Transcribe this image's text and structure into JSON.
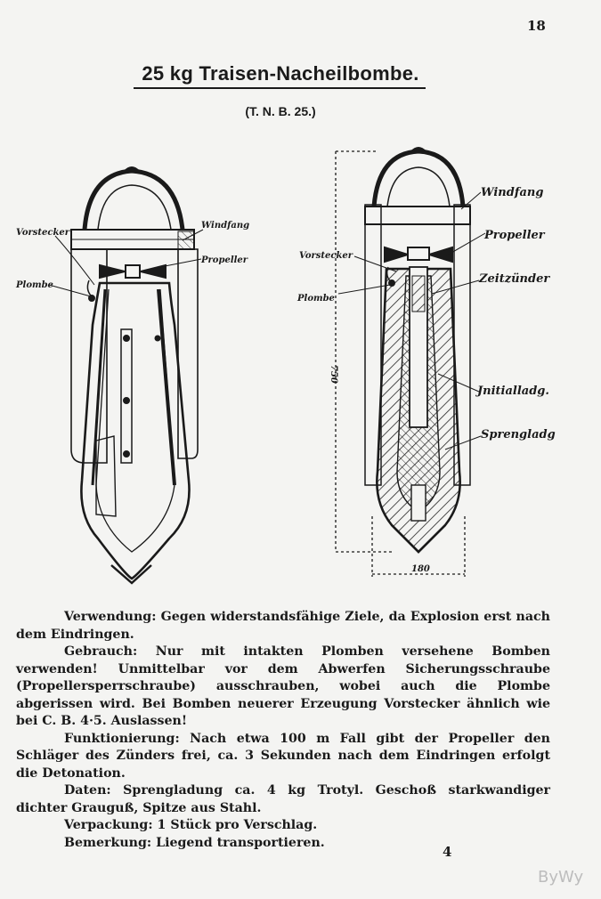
{
  "page": {
    "number_top": "18",
    "number_bottom": "4"
  },
  "title": "25 kg Traisen-Nacheilbombe.",
  "subtitle": "(T. N. B. 25.)",
  "figure_left": {
    "labels": {
      "vorstecker": "Vorstecker",
      "windfang": "Windfang",
      "propeller": "Propeller",
      "plombe": "Plombe"
    }
  },
  "figure_right": {
    "labels": {
      "windfang": "Windfang",
      "propeller": "Propeller",
      "vorstecker": "Vorstecker",
      "zeitzuender": "Zeitzünder",
      "plombe": "Plombe",
      "initialladg": "Jnitialladg.",
      "sprengladg": "Sprengladg"
    },
    "dim_height": "750",
    "dim_width": "180"
  },
  "sections": [
    {
      "head": "Verwendung:",
      "body": " Gegen widerstandsfähige Ziele, da Explosion erst nach dem Eindringen."
    },
    {
      "head": "Gebrauch:",
      "body": " Nur mit intakten Plomben versehene Bomben verwenden! Unmittelbar vor dem Abwerfen Sicherungsschraube (Propellersperrschraube) ausschrauben, wobei auch die Plombe abgerissen wird. Bei Bomben neuerer Erzeugung Vorstecker ähnlich wie bei C. B. 4·5. Auslassen!"
    },
    {
      "head": "Funktionierung:",
      "body": " Nach etwa 100 m Fall gibt der Propeller den Schläger des Zünders frei, ca. 3 Sekunden nach dem Eindringen erfolgt die Detonation."
    },
    {
      "head": "Daten:",
      "body": " Sprengladung ca. 4 kg Trotyl. Geschoß starkwandiger dichter Grauguß, Spitze aus Stahl."
    },
    {
      "head": "Verpackung:",
      "body": " 1 Stück pro Verschlag."
    },
    {
      "head": "Bemerkung:",
      "body": " Liegend transportieren."
    }
  ],
  "watermark": "ByWy"
}
